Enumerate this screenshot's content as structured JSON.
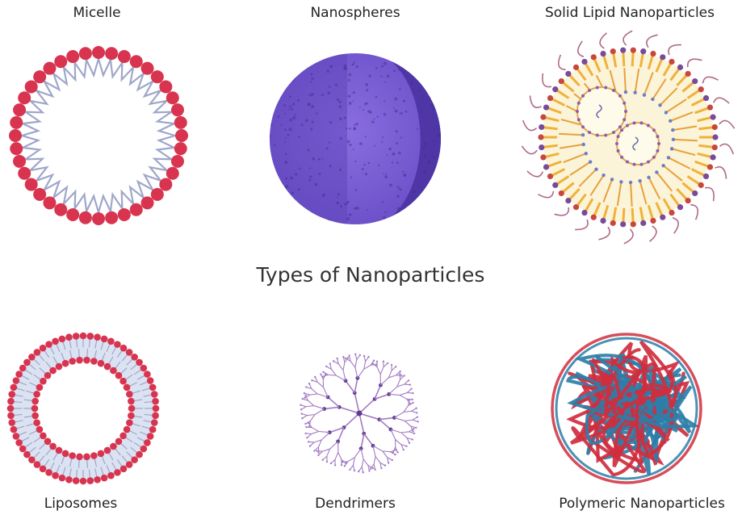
{
  "title": "Types of Nanoparticles",
  "particles": [
    {
      "label": "Micelle",
      "icon": "micelle-icon"
    },
    {
      "label": "Nanospheres",
      "icon": "nanosphere-icon"
    },
    {
      "label": "Solid Lipid Nanoparticles",
      "icon": "solid-lipid-nanoparticle-icon"
    },
    {
      "label": "Liposomes",
      "icon": "liposome-icon"
    },
    {
      "label": "Dendrimers",
      "icon": "dendrimer-icon"
    },
    {
      "label": "Polymeric Nanoparticles",
      "icon": "polymeric-nanoparticle-icon"
    }
  ],
  "colors": {
    "lipid_head": "#d8344f",
    "lipid_tail": "#9fa7c9",
    "nanosphere_light": "#7a5fd6",
    "nanosphere_dark": "#4f36a6",
    "sln_core": "#fbf4d8",
    "sln_shell": "#f0b13a",
    "dendrimer": "#a47bc4",
    "dendrimer_node": "#5b3d8a",
    "polymer_red": "#cf2e3e",
    "polymer_blue": "#2c7ea8"
  }
}
